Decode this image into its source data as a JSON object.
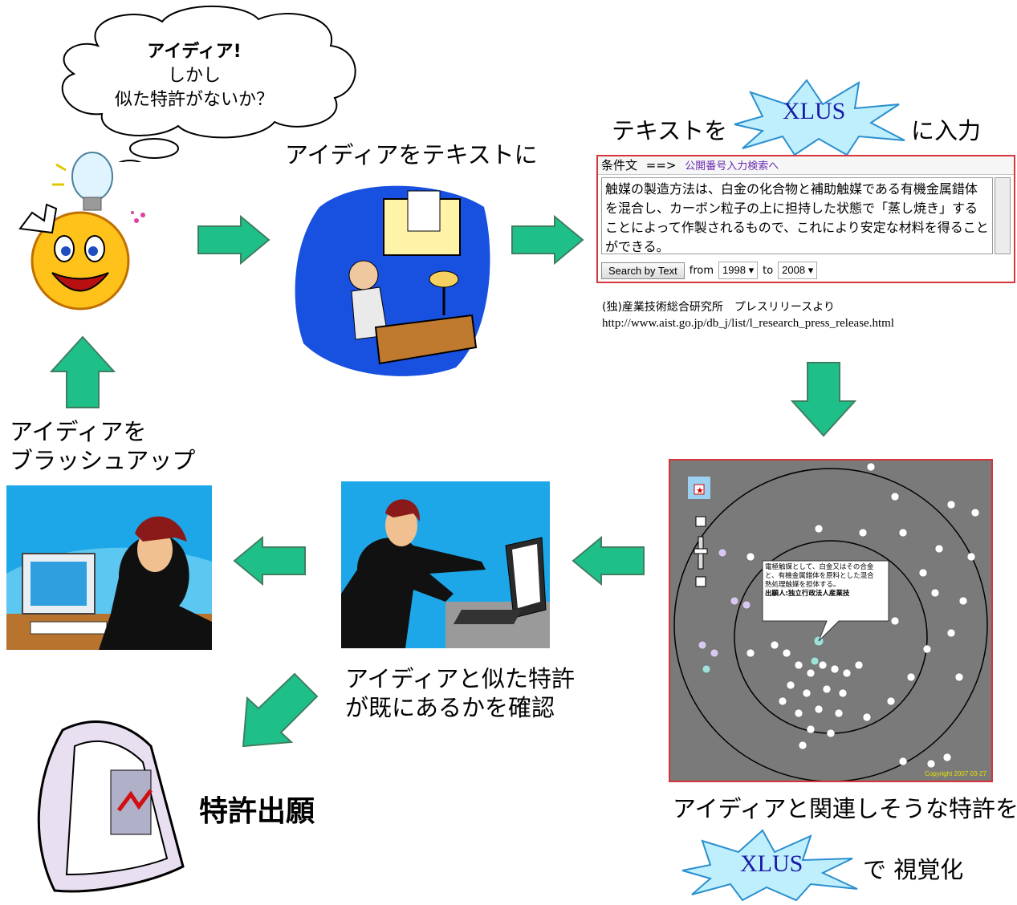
{
  "thought_bubble": {
    "line1": "アイディア!",
    "line2": "しかし",
    "line3": "似た特許がないか？"
  },
  "captions": {
    "idea_to_text": "アイディアをテキストに",
    "input_prefix": "テキストを",
    "input_suffix": "に入力",
    "brushup_line1": "アイディアを",
    "brushup_line2": "ブラッシュアップ",
    "confirm_line1": "アイディアと似た特許",
    "confirm_line2": "が既にあるかを確認",
    "patent_application": "特許出願",
    "visualize_line1": "アイディアと関連しそうな特許を",
    "visualize_suffix": "で 視覚化"
  },
  "xlus_label": "XLUS",
  "search_panel": {
    "header_label": "条件文",
    "header_arrow": "==>",
    "header_link": "公開番号入力検索へ",
    "text": "触媒の製造方法は、白金の化合物と補助触媒である有機金属錯体を混合し、カーボン粒子の上に担持した状態で「蒸し焼き」することによって作製されるもので、これにより安定な材料を得ることができる。",
    "search_button": "Search by Text",
    "from_label": "from",
    "from_value": "1998",
    "to_label": "to",
    "to_value": "2008"
  },
  "source": {
    "line1": "(独)産業技術総合研究所　プレスリリースより",
    "url": "http://www.aist.go.jp/db_j/list/l_research_press_release.html"
  },
  "viz_panel": {
    "popup_text": "電極触媒として、白金又はその合金と、有機金属錯体を原料とした混合熱処理触媒を担体する。",
    "popup_applicant": "出願人:独立行政法人産業技",
    "copyright": "Copyright 2007 03-27"
  },
  "colors": {
    "arrow_fill": "#1fbf8a",
    "arrow_stroke": "#3f7f5f",
    "panel_border": "#d4363c",
    "viz_bg": "#7a7a7a",
    "starburst_fill": "#bfeffc",
    "xlus_text": "#1a1aa6"
  }
}
